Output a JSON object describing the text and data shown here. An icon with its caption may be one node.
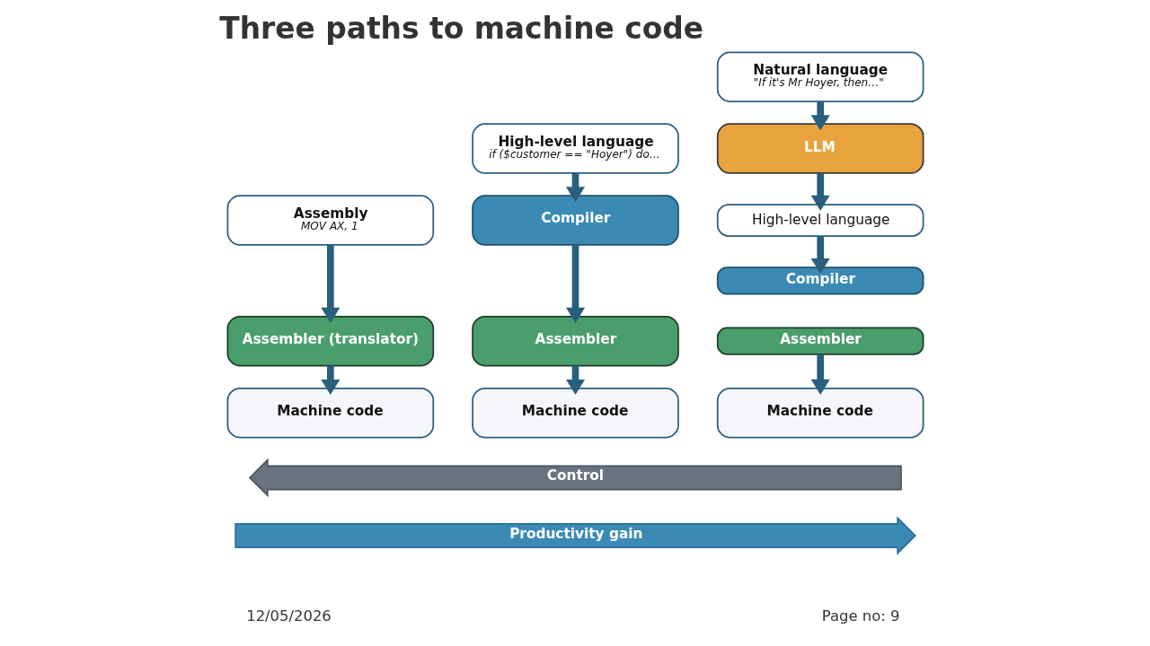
{
  "diagram": {
    "title": "Three paths to machine code",
    "nodes": [
      {
        "text": [
          "Assembly",
          "MOV AX, 1"
        ]
      },
      {
        "text": [
          "Assembler (translator)"
        ]
      },
      {
        "text": [
          "Machine code"
        ]
      },
      {
        "text": [
          "High-level language",
          "if ($customer == \"Hoyer\") do…"
        ]
      },
      {
        "text": [
          "Compiler"
        ]
      },
      {
        "text": [
          "Assembler"
        ]
      },
      {
        "text": [
          "Machine code"
        ]
      },
      {
        "text": [
          "Natural language",
          "\"If it's Mr Hoyer, then…\""
        ]
      },
      {
        "text": [
          "LLM"
        ]
      },
      {
        "text": [
          "High-level language"
        ]
      },
      {
        "text": [
          "Compiler"
        ]
      },
      {
        "text": [
          "Assembler"
        ]
      },
      {
        "text": [
          "Machine code"
        ]
      },
      {
        "text": [
          "Control"
        ]
      },
      {
        "text": [
          "Productivity gain"
        ]
      }
    ],
    "edges": [
      {
        "from": 0,
        "to": 1,
        "arrow": "to"
      },
      {
        "from": 1,
        "to": 2,
        "arrow": "to"
      },
      {
        "from": 3,
        "to": 4,
        "arrow": "to"
      },
      {
        "from": 4,
        "to": 5,
        "arrow": "to"
      },
      {
        "from": 5,
        "to": 6,
        "arrow": "to"
      },
      {
        "from": 7,
        "to": 8,
        "arrow": "to"
      },
      {
        "from": 8,
        "to": 9,
        "arrow": "to"
      },
      {
        "from": 9,
        "to": 10,
        "arrow": "to"
      },
      {
        "from": 11,
        "to": 12,
        "arrow": "to"
      }
    ],
    "labels": [
      "12/05/2026",
      "Page no: 9"
    ]
  }
}
